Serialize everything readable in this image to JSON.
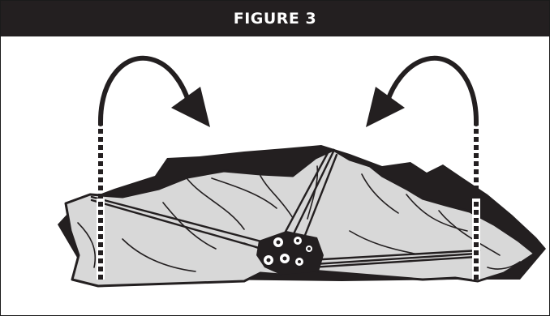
{
  "figure": {
    "title": "FIGURE 3"
  },
  "illustration": {
    "subject": "collapsed-tent-fabric-with-folding-poles",
    "fabric_color": "#d8d8d8",
    "outline_color": "#231f20",
    "shadow_color": "#231f20"
  },
  "icons": {
    "left_arrow": "curved-arrow-left-fold-inward",
    "right_arrow": "curved-arrow-right-fold-inward"
  }
}
